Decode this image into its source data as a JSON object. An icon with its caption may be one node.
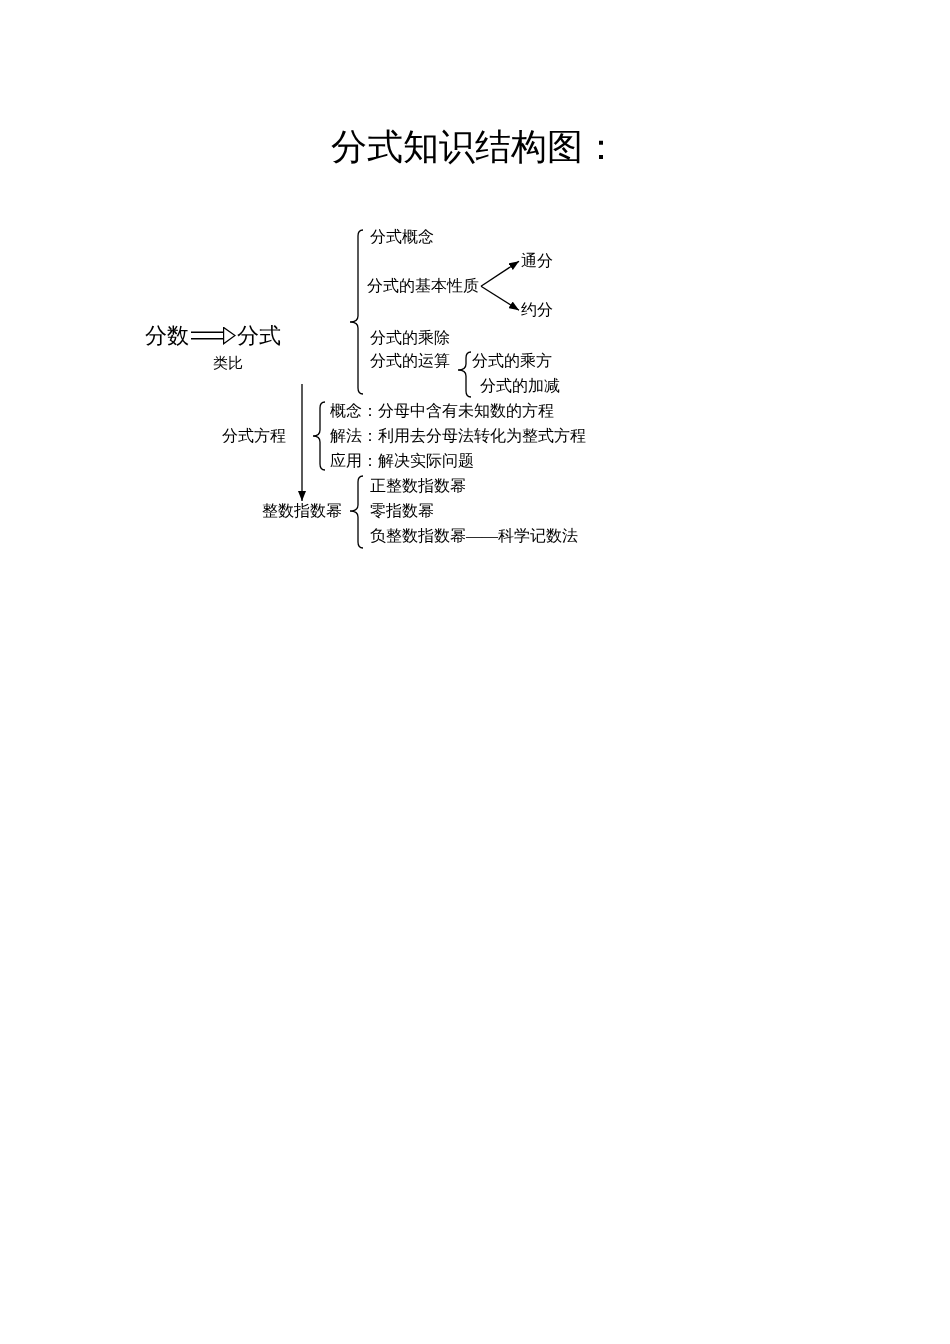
{
  "diagram": {
    "title": "分式知识结构图：",
    "nodes": [
      {
        "text": [
          "分数"
        ]
      },
      {
        "text": [
          "分式"
        ]
      },
      {
        "text": [
          "分式的基本性质"
        ]
      },
      {
        "text": [
          "通分"
        ]
      },
      {
        "text": [
          "约分"
        ]
      },
      {
        "text": [
          "整数指数幂"
        ]
      }
    ],
    "edges": [
      {
        "from": 0,
        "to": 1,
        "arrow": "to",
        "label": "类比",
        "style": "thick"
      },
      {
        "from": 2,
        "to": 3,
        "arrow": "to"
      },
      {
        "from": 2,
        "to": 4,
        "arrow": "to"
      },
      {
        "from": null,
        "to": 5,
        "arrow": "to"
      }
    ],
    "labels": [
      "分式概念",
      "分式的乘除",
      "分式的运算",
      "分式的乘方",
      "分式的加减",
      "概念：分母中含有未知数的方程",
      "分式方程",
      "解法：利用去分母法转化为整式方程",
      "应用：解决实际问题",
      "正整数指数幂",
      "零指数幂",
      "负整数指数幂——科学记数法"
    ]
  }
}
